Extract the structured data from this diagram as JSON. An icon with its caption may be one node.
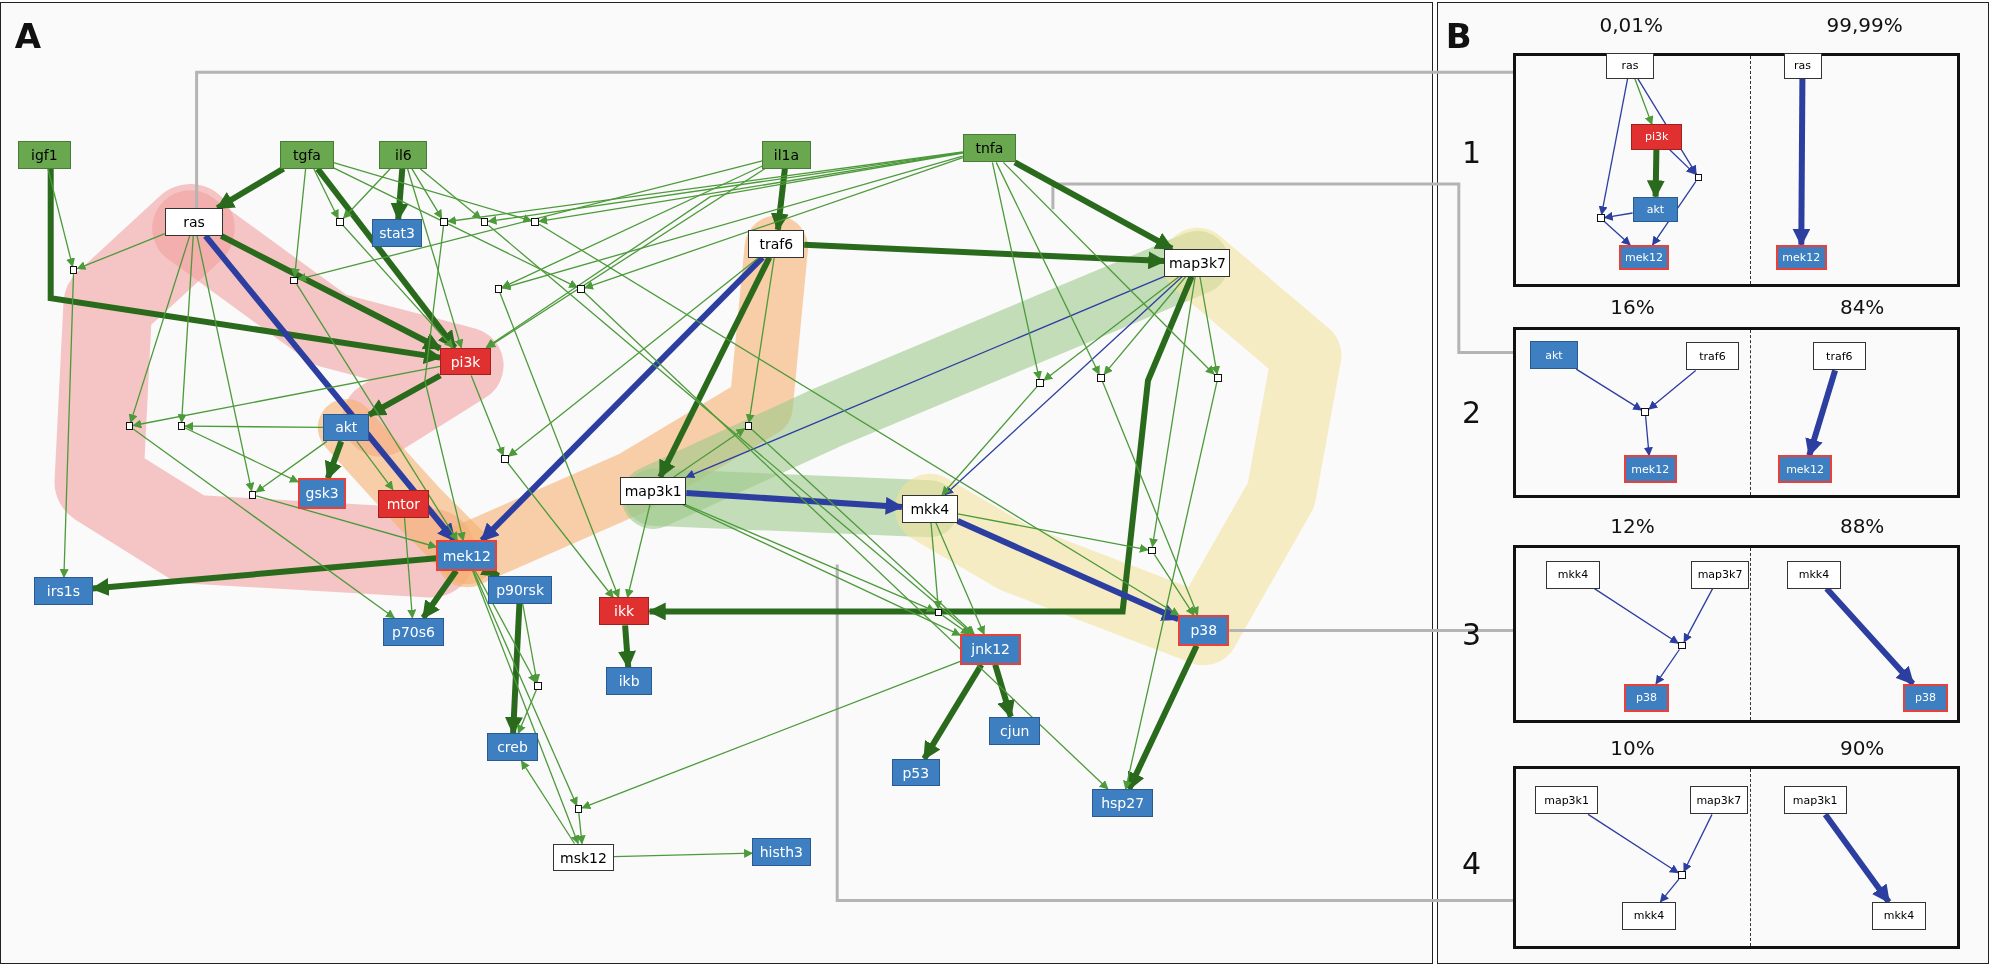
{
  "diagram": {
    "nodes": [
      {
        "text": [
          "igf1"
        ]
      },
      {
        "text": [
          "tgfa"
        ]
      },
      {
        "text": [
          "il6"
        ]
      },
      {
        "text": [
          "il1a"
        ]
      },
      {
        "text": [
          "tnfa"
        ]
      },
      {
        "text": [
          "ras"
        ]
      },
      {
        "text": [
          "stat3"
        ]
      },
      {
        "text": [
          "traf6"
        ]
      },
      {
        "text": [
          "map3k7"
        ]
      },
      {
        "text": [
          "pi3k"
        ]
      },
      {
        "text": [
          "akt"
        ]
      },
      {
        "text": [
          "gsk3"
        ]
      },
      {
        "text": [
          "mtor"
        ]
      },
      {
        "text": [
          "map3k1"
        ]
      },
      {
        "text": [
          "mkk4"
        ]
      },
      {
        "text": [
          "mek12"
        ]
      },
      {
        "text": [
          "irs1s"
        ]
      },
      {
        "text": [
          "p70s6"
        ]
      },
      {
        "text": [
          "p90rsk"
        ]
      },
      {
        "text": [
          "ikk"
        ]
      },
      {
        "text": [
          "ikb"
        ]
      },
      {
        "text": [
          "jnk12"
        ]
      },
      {
        "text": [
          "p38"
        ]
      },
      {
        "text": [
          "creb"
        ]
      },
      {
        "text": [
          "cjun"
        ]
      },
      {
        "text": [
          "p53"
        ]
      },
      {
        "text": [
          "hsp27"
        ]
      },
      {
        "text": [
          "msk12"
        ]
      },
      {
        "text": [
          "histh3"
        ]
      },
      {
        "text": [],
        "shape": "box"
      },
      {
        "text": [],
        "shape": "box"
      },
      {
        "text": [],
        "shape": "box"
      },
      {
        "text": [],
        "shape": "box"
      },
      {
        "text": [],
        "shape": "box"
      },
      {
        "text": [],
        "shape": "box"
      },
      {
        "text": [],
        "shape": "box"
      },
      {
        "text": [],
        "shape": "box"
      },
      {
        "text": [],
        "shape": "box"
      },
      {
        "text": [],
        "shape": "box"
      },
      {
        "text": [],
        "shape": "box"
      },
      {
        "text": [],
        "shape": "box"
      },
      {
        "text": [],
        "shape": "box"
      },
      {
        "text": [],
        "shape": "box"
      },
      {
        "text": [],
        "shape": "box"
      },
      {
        "text": [],
        "shape": "box"
      },
      {
        "text": [],
        "shape": "box"
      },
      {
        "text": [],
        "shape": "box"
      },
      {
        "text": [],
        "shape": "box"
      },
      {
        "text": [],
        "shape": "box"
      },
      {
        "text": [],
        "shape": "box"
      },
      {
        "text": [],
        "shape": "box"
      },
      {
        "text": [],
        "shape": "box"
      },
      {
        "text": [],
        "shape": "box"
      },
      {
        "text": [
          "ras"
        ],
        "in": 49
      },
      {
        "text": [
          "pi3k"
        ],
        "in": 49
      },
      {
        "text": [
          "akt"
        ],
        "in": 49
      },
      {
        "text": [
          "mek12"
        ],
        "in": 49
      },
      {
        "text": [],
        "shape": "box",
        "in": 49
      },
      {
        "text": [],
        "shape": "box",
        "in": 49
      },
      {
        "text": [
          "ras"
        ],
        "in": 49
      },
      {
        "text": [
          "mek12"
        ],
        "in": 49
      },
      {
        "text": [
          "akt"
        ],
        "in": 50
      },
      {
        "text": [
          "traf6"
        ],
        "in": 50
      },
      {
        "text": [],
        "shape": "box",
        "in": 50
      },
      {
        "text": [
          "mek12"
        ],
        "in": 50
      },
      {
        "text": [
          "traf6"
        ],
        "in": 50
      },
      {
        "text": [
          "mek12"
        ],
        "in": 50
      },
      {
        "text": [
          "mkk4"
        ],
        "in": 51
      },
      {
        "text": [
          "map3k7"
        ],
        "in": 51
      },
      {
        "text": [],
        "shape": "box",
        "in": 51
      },
      {
        "text": [
          "p38"
        ],
        "in": 51
      },
      {
        "text": [
          "mkk4"
        ],
        "in": 51
      },
      {
        "text": [
          "p38"
        ],
        "in": 51
      },
      {
        "text": [
          "map3k1"
        ],
        "in": 52
      },
      {
        "text": [
          "map3k7"
        ],
        "in": 52
      },
      {
        "text": [],
        "shape": "box",
        "in": 52
      },
      {
        "text": [
          "mkk4"
        ],
        "in": 52
      },
      {
        "text": [
          "map3k1"
        ],
        "in": 52
      },
      {
        "text": [
          "mkk4"
        ],
        "in": 52
      }
    ],
    "edges": [
      {
        "from": 5,
        "to": 49,
        "arrow": "none",
        "color": "#b4b4b4"
      },
      {
        "from": null,
        "to": 50,
        "arrow": "none",
        "color": "#b4b4b4"
      },
      {
        "from": 22,
        "to": 51,
        "arrow": "none",
        "color": "#b4b4b4"
      },
      {
        "from": null,
        "to": 52,
        "arrow": "none",
        "color": "#b4b4b4"
      },
      {
        "from": 0,
        "to": 9,
        "arrow": "to",
        "style": "thick"
      },
      {
        "from": 1,
        "to": 5,
        "arrow": "to",
        "style": "thick"
      },
      {
        "from": 1,
        "to": 9,
        "arrow": "to",
        "style": "thick"
      },
      {
        "from": 2,
        "to": 6,
        "arrow": "to",
        "style": "thick"
      },
      {
        "from": 3,
        "to": 7,
        "arrow": "to",
        "style": "thick"
      },
      {
        "from": 4,
        "to": 8,
        "arrow": "to",
        "style": "thick"
      },
      {
        "from": 7,
        "to": 8,
        "arrow": "to",
        "style": "thick"
      },
      {
        "from": 7,
        "to": 13,
        "arrow": "to",
        "style": "thick"
      },
      {
        "from": 8,
        "to": 19,
        "arrow": "to",
        "style": "thick"
      },
      {
        "from": 9,
        "to": 10,
        "arrow": "to",
        "style": "thick"
      },
      {
        "from": 10,
        "to": 11,
        "arrow": "to",
        "style": "thick"
      },
      {
        "from": 15,
        "to": 16,
        "arrow": "to",
        "style": "thick"
      },
      {
        "from": 15,
        "to": 17,
        "arrow": "to",
        "style": "thick"
      },
      {
        "from": 15,
        "to": 18,
        "arrow": "to",
        "style": "thick"
      },
      {
        "from": 18,
        "to": 23,
        "arrow": "to",
        "style": "thick"
      },
      {
        "from": 19,
        "to": 20,
        "arrow": "to",
        "style": "thick"
      },
      {
        "from": 21,
        "to": 24,
        "arrow": "to",
        "style": "thick"
      },
      {
        "from": 21,
        "to": 25,
        "arrow": "to",
        "style": "thick"
      },
      {
        "from": 22,
        "to": 26,
        "arrow": "to",
        "style": "thick"
      },
      {
        "from": 5,
        "to": 9,
        "arrow": "to",
        "style": "thick"
      },
      {
        "from": 5,
        "to": 15,
        "arrow": "to",
        "style": "thick",
        "color": "#2c3ea0"
      },
      {
        "from": 7,
        "to": 15,
        "arrow": "to",
        "style": "thick",
        "color": "#2c3ea0"
      },
      {
        "from": 13,
        "to": 14,
        "arrow": "to",
        "style": "thick",
        "color": "#2c3ea0"
      },
      {
        "from": 14,
        "to": 22,
        "arrow": "to",
        "style": "thick",
        "color": "#2c3ea0"
      },
      {
        "from": 27,
        "to": 23,
        "arrow": "to"
      },
      {
        "from": 12,
        "to": 17,
        "arrow": "to"
      },
      {
        "from": 10,
        "to": 12,
        "arrow": "to"
      },
      {
        "from": 13,
        "to": 19,
        "arrow": "to"
      },
      {
        "from": 13,
        "to": 21,
        "arrow": "to"
      },
      {
        "from": 14,
        "to": 21,
        "arrow": "to"
      },
      {
        "from": 15,
        "to": 27,
        "arrow": "to"
      },
      {
        "from": 4,
        "to": 9,
        "arrow": "to"
      },
      {
        "from": 2,
        "to": 9,
        "arrow": "to"
      },
      {
        "from": 3,
        "to": 9,
        "arrow": "to"
      },
      {
        "from": 27,
        "to": 28,
        "arrow": "to"
      },
      {
        "from": 8,
        "to": 13,
        "arrow": "to",
        "color": "#2c3ea0"
      },
      {
        "from": 8,
        "to": 14,
        "arrow": "to",
        "color": "#2c3ea0"
      },
      {
        "from": 1,
        "to": 29,
        "arrow": "to"
      },
      {
        "from": 2,
        "to": 29,
        "arrow": "to"
      },
      {
        "from": 29,
        "to": 9,
        "arrow": "to"
      },
      {
        "from": 2,
        "to": 30,
        "arrow": "to"
      },
      {
        "from": 4,
        "to": 30,
        "arrow": "to"
      },
      {
        "from": 30,
        "to": 15,
        "arrow": "to"
      },
      {
        "from": 2,
        "to": 31,
        "arrow": "to"
      },
      {
        "from": 4,
        "to": 31,
        "arrow": "to"
      },
      {
        "from": 31,
        "to": 21,
        "arrow": "to"
      },
      {
        "from": 4,
        "to": 32,
        "arrow": "to"
      },
      {
        "from": 1,
        "to": 32,
        "arrow": "to"
      },
      {
        "from": 32,
        "to": 22,
        "arrow": "to"
      },
      {
        "from": 5,
        "to": 33,
        "arrow": "to"
      },
      {
        "from": 0,
        "to": 33,
        "arrow": "to"
      },
      {
        "from": 33,
        "to": 16,
        "arrow": "to"
      },
      {
        "from": 1,
        "to": 34,
        "arrow": "to"
      },
      {
        "from": 3,
        "to": 34,
        "arrow": "to"
      },
      {
        "from": 34,
        "to": 15,
        "arrow": "to"
      },
      {
        "from": 3,
        "to": 35,
        "arrow": "to"
      },
      {
        "from": 4,
        "to": 35,
        "arrow": "to"
      },
      {
        "from": 35,
        "to": 19,
        "arrow": "to"
      },
      {
        "from": 4,
        "to": 36,
        "arrow": "to"
      },
      {
        "from": 1,
        "to": 36,
        "arrow": "to"
      },
      {
        "from": 36,
        "to": 26,
        "arrow": "to"
      },
      {
        "from": 5,
        "to": 37,
        "arrow": "to"
      },
      {
        "from": 9,
        "to": 37,
        "arrow": "to"
      },
      {
        "from": 37,
        "to": 17,
        "arrow": "to"
      },
      {
        "from": 5,
        "to": 38,
        "arrow": "to"
      },
      {
        "from": 10,
        "to": 38,
        "arrow": "to"
      },
      {
        "from": 38,
        "to": 11,
        "arrow": "to"
      },
      {
        "from": 9,
        "to": 39,
        "arrow": "to"
      },
      {
        "from": 7,
        "to": 39,
        "arrow": "to"
      },
      {
        "from": 39,
        "to": 19,
        "arrow": "to"
      },
      {
        "from": 5,
        "to": 40,
        "arrow": "to"
      },
      {
        "from": 10,
        "to": 40,
        "arrow": "to"
      },
      {
        "from": 40,
        "to": 15,
        "arrow": "to"
      },
      {
        "from": 7,
        "to": 41,
        "arrow": "to"
      },
      {
        "from": 13,
        "to": 41,
        "arrow": "to"
      },
      {
        "from": 41,
        "to": 21,
        "arrow": "to"
      },
      {
        "from": 8,
        "to": 42,
        "arrow": "to"
      },
      {
        "from": 4,
        "to": 42,
        "arrow": "to"
      },
      {
        "from": 42,
        "to": 14,
        "arrow": "to"
      },
      {
        "from": 8,
        "to": 43,
        "arrow": "to"
      },
      {
        "from": 4,
        "to": 43,
        "arrow": "to"
      },
      {
        "from": 43,
        "to": 22,
        "arrow": "to"
      },
      {
        "from": 8,
        "to": 44,
        "arrow": "to"
      },
      {
        "from": 4,
        "to": 44,
        "arrow": "to"
      },
      {
        "from": 44,
        "to": 26,
        "arrow": "to"
      },
      {
        "from": 14,
        "to": 45,
        "arrow": "to"
      },
      {
        "from": 13,
        "to": 45,
        "arrow": "to"
      },
      {
        "from": 45,
        "to": 21,
        "arrow": "to"
      },
      {
        "from": 8,
        "to": 46,
        "arrow": "to"
      },
      {
        "from": 14,
        "to": 46,
        "arrow": "to"
      },
      {
        "from": 46,
        "to": 22,
        "arrow": "to"
      },
      {
        "from": 18,
        "to": 47,
        "arrow": "to"
      },
      {
        "from": 15,
        "to": 47,
        "arrow": "to"
      },
      {
        "from": 47,
        "to": 23,
        "arrow": "to"
      },
      {
        "from": 21,
        "to": 48,
        "arrow": "to"
      },
      {
        "from": 15,
        "to": 48,
        "arrow": "to"
      },
      {
        "from": 48,
        "to": 27,
        "arrow": "to"
      },
      {
        "from": 53,
        "to": 54,
        "arrow": "to"
      },
      {
        "from": 54,
        "to": 55,
        "arrow": "to",
        "style": "thick"
      },
      {
        "from": 53,
        "to": 58,
        "arrow": "to",
        "color": "#2c3ea0"
      },
      {
        "from": 55,
        "to": 58,
        "arrow": "to",
        "color": "#2c3ea0"
      },
      {
        "from": 58,
        "to": 56,
        "arrow": "to",
        "color": "#2c3ea0"
      },
      {
        "from": 53,
        "to": 57,
        "arrow": "to",
        "color": "#2c3ea0"
      },
      {
        "from": 54,
        "to": 57,
        "arrow": "to",
        "color": "#2c3ea0"
      },
      {
        "from": 57,
        "to": 56,
        "arrow": "to",
        "color": "#2c3ea0"
      },
      {
        "from": 59,
        "to": 60,
        "arrow": "to",
        "style": "thick",
        "color": "#2c3ea0"
      },
      {
        "from": 61,
        "to": 63,
        "arrow": "to",
        "color": "#2c3ea0"
      },
      {
        "from": 62,
        "to": 63,
        "arrow": "to",
        "color": "#2c3ea0"
      },
      {
        "from": 63,
        "to": 64,
        "arrow": "to",
        "color": "#2c3ea0"
      },
      {
        "from": 65,
        "to": 66,
        "arrow": "to",
        "style": "thick",
        "color": "#2c3ea0"
      },
      {
        "from": 67,
        "to": 69,
        "arrow": "to",
        "color": "#2c3ea0"
      },
      {
        "from": 68,
        "to": 69,
        "arrow": "to",
        "color": "#2c3ea0"
      },
      {
        "from": 69,
        "to": 70,
        "arrow": "to",
        "color": "#2c3ea0"
      },
      {
        "from": 71,
        "to": 72,
        "arrow": "to",
        "style": "thick",
        "color": "#2c3ea0"
      },
      {
        "from": 73,
        "to": 75,
        "arrow": "to",
        "color": "#2c3ea0"
      },
      {
        "from": 74,
        "to": 75,
        "arrow": "to",
        "color": "#2c3ea0"
      },
      {
        "from": 75,
        "to": 76,
        "arrow": "to",
        "color": "#2c3ea0"
      },
      {
        "from": 77,
        "to": 78,
        "arrow": "to",
        "style": "thick",
        "color": "#2c3ea0"
      }
    ],
    "labels": [
      "A",
      "B",
      "0,01%",
      "99,99%",
      "1",
      "16%",
      "84%",
      "2",
      "12%",
      "88%",
      "3",
      "10%",
      "90%",
      "4"
    ]
  }
}
